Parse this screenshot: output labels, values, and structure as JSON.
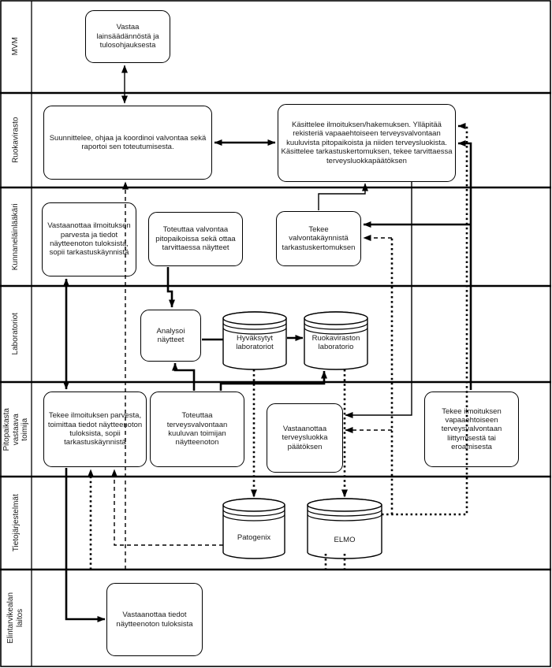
{
  "lanes": [
    {
      "label": "MVM"
    },
    {
      "label": "Ruokavirasto"
    },
    {
      "label": "Kunnaneläinlääkäri"
    },
    {
      "label": "Laboratoriot"
    },
    {
      "label": "Pitopaikasta vastaava toimija"
    },
    {
      "label": "Tietojärjestelmät"
    },
    {
      "label": "Elintarvikealan laitos"
    }
  ],
  "nodes": {
    "vastaa_lainsaadannosta": "Vastaa lainsäädännöstä ja tulosohjauksesta",
    "suunnittelee_valvontaa": "Suunnittelee, ohjaa ja koordinoi valvontaa sekä raportoi sen toteutumisesta.",
    "kasittelee_ilmoituksen": "Käsittelee ilmoituksen/hakemuksen. Ylläpitää rekisteriä vapaaehtoiseen terveysvalvontaan kuuluvista pitopaikoista ja niiden terveysluokista. Käsittelee tarkastuskertomuksen, tekee tarvittaessa terveysluokkapäätöksen",
    "vastaanottaa_ilmoituksen_parvesta": "Vastaanottaa ilmoituksen parvesta ja tiedot näytteenoton tuloksista, sopii tarkastuskäynnistä",
    "toteuttaa_valvontaa_pitopaikoissa": "Toteuttaa valvontaa pitopaikoissa sekä ottaa tarvittaessa näytteet",
    "tekee_tarkastuskertomuksen": "Tekee valvontakäynnistä tarkastuskertomuksen",
    "analysoi_naytteet": "Analysoi näytteet",
    "tekee_ilmoituksen_parvesta": "Tekee ilmoituksen parvesta, toimittaa tiedot näytteenoton tuloksista, sopii tarkastuskäynnistä",
    "toteuttaa_terveysvalvonnan_naytteenoton": "Toteuttaa terveysvalvontaan kuuluvan toimijan näytteenoton",
    "vastaanottaa_terveysluokkapaatoksen": "Vastaanottaa terveysluokka päätöksen",
    "tekee_ilmoituksen_vapaaehtoiseen": "Tekee ilmoituksen vapaaehtoiseen terveysvalvontaan liittymisestä tai eroamisesta",
    "vastaanottaa_tiedot_tuloksista": "Vastaanottaa tiedot näytteenoton tuloksista"
  },
  "datastores": {
    "hyvaksytyt_laboratoriot": "Hyväksytyt laboratoriot",
    "ruokaviraston_laboratorio": "Ruokaviraston laboratorio",
    "patogenix": "Patogenix",
    "elmo": "ELMO"
  },
  "colors": {
    "background": "#ffffff",
    "line": "#000000"
  }
}
